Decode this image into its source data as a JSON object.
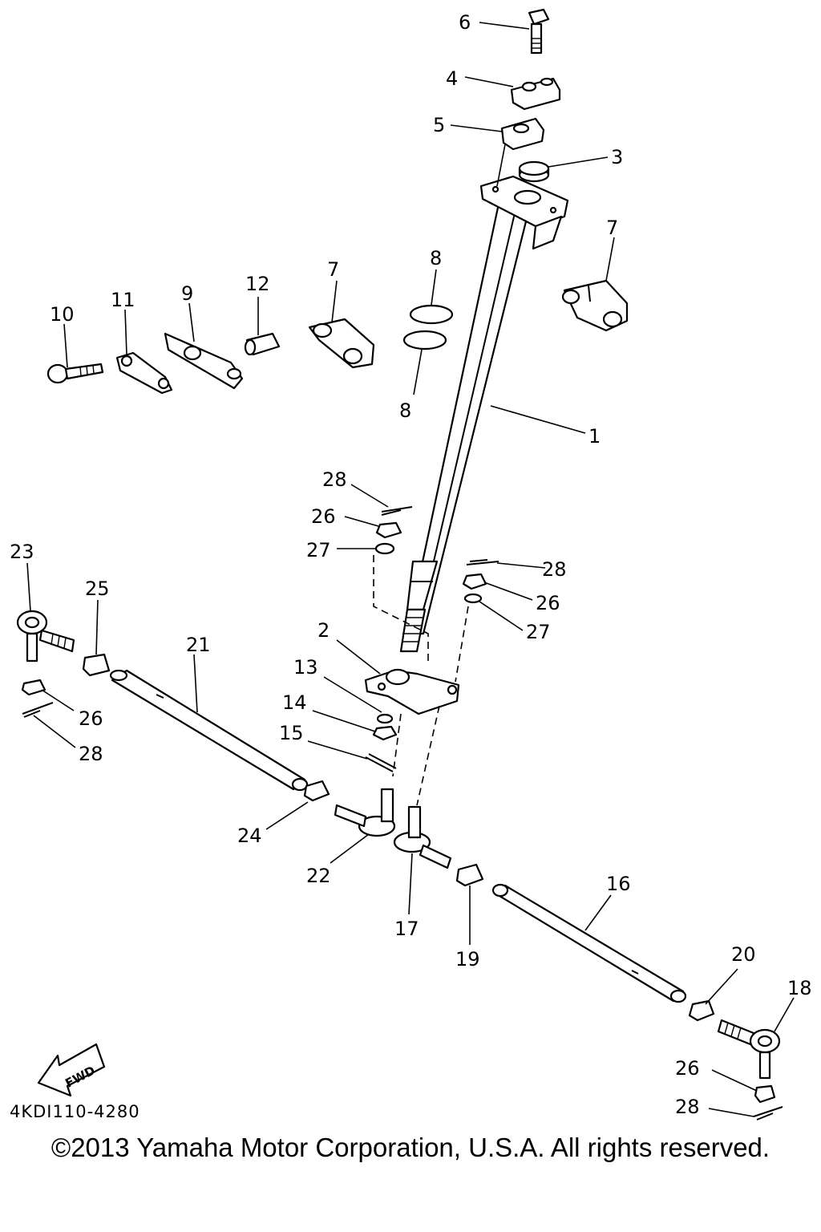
{
  "diagram": {
    "ref_code": "4KDI110-4280",
    "fwd_label": "FWD",
    "copyright": "©2013 Yamaha Motor Corporation, U.S.A. All rights reserved.",
    "callouts": {
      "c1": "1",
      "c2": "2",
      "c3": "3",
      "c4": "4",
      "c5": "5",
      "c6": "6",
      "c7a": "7",
      "c7b": "7",
      "c8a": "8",
      "c8b": "8",
      "c9": "9",
      "c10": "10",
      "c11": "11",
      "c12": "12",
      "c13": "13",
      "c14": "14",
      "c15": "15",
      "c16": "16",
      "c17": "17",
      "c18": "18",
      "c19": "19",
      "c20": "20",
      "c21": "21",
      "c22": "22",
      "c23": "23",
      "c24": "24",
      "c25": "25",
      "c26a": "26",
      "c26b": "26",
      "c26c": "26",
      "c26d": "26",
      "c27a": "27",
      "c27b": "27",
      "c28a": "28",
      "c28b": "28",
      "c28c": "28",
      "c28d": "28"
    }
  }
}
